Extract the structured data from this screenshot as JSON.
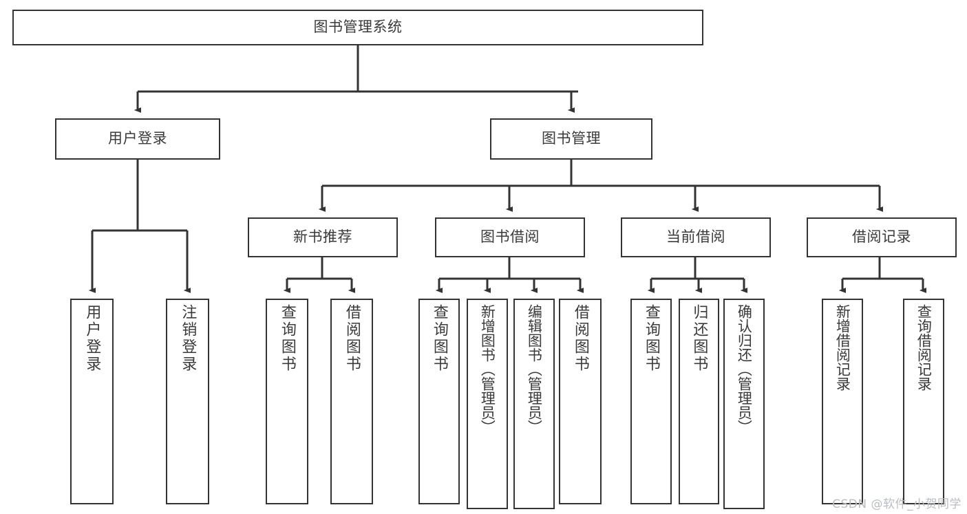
{
  "diagram": {
    "type": "tree-hierarchy",
    "title": "图书管理系统",
    "colors": {
      "background": "#ffffff",
      "box_border": "#333333",
      "box_fill": "#ffffff",
      "text": "#3a3a3a",
      "connector": "#333333",
      "watermark": "#b9bcc0"
    },
    "nodes": {
      "root": {
        "label": "图书管理系统"
      },
      "level1": [
        {
          "id": "user_login",
          "label": "用户登录"
        },
        {
          "id": "book_mgmt",
          "label": "图书管理"
        }
      ],
      "level2": [
        {
          "id": "new_book_rec",
          "label": "新书推荐"
        },
        {
          "id": "book_borrow",
          "label": "图书借阅"
        },
        {
          "id": "current_borrow",
          "label": "当前借阅"
        },
        {
          "id": "borrow_record",
          "label": "借阅记录"
        }
      ],
      "leaves": {
        "user_login": [
          {
            "id": "leaf_user_login",
            "label": "用户登录"
          },
          {
            "id": "leaf_logout",
            "label": "注销登录"
          }
        ],
        "new_book_rec": [
          {
            "id": "leaf_query_book_1",
            "label": "查询图书"
          },
          {
            "id": "leaf_borrow_book_1",
            "label": "借阅图书"
          }
        ],
        "book_borrow": [
          {
            "id": "leaf_query_book_2",
            "label": "查询图书"
          },
          {
            "id": "leaf_add_book",
            "label": "新增图书（管理员）"
          },
          {
            "id": "leaf_edit_book",
            "label": "编辑图书（管理员）"
          },
          {
            "id": "leaf_borrow_book_2",
            "label": "借阅图书"
          }
        ],
        "current_borrow": [
          {
            "id": "leaf_query_book_3",
            "label": "查询图书"
          },
          {
            "id": "leaf_return_book",
            "label": "归还图书"
          },
          {
            "id": "leaf_confirm_return",
            "label": "确认归还（管理员）"
          }
        ],
        "borrow_record": [
          {
            "id": "leaf_add_record",
            "label": "新增借阅记录"
          },
          {
            "id": "leaf_query_record",
            "label": "查询借阅记录"
          }
        ]
      }
    },
    "watermark": "CSDN @软件_小贺同学"
  }
}
